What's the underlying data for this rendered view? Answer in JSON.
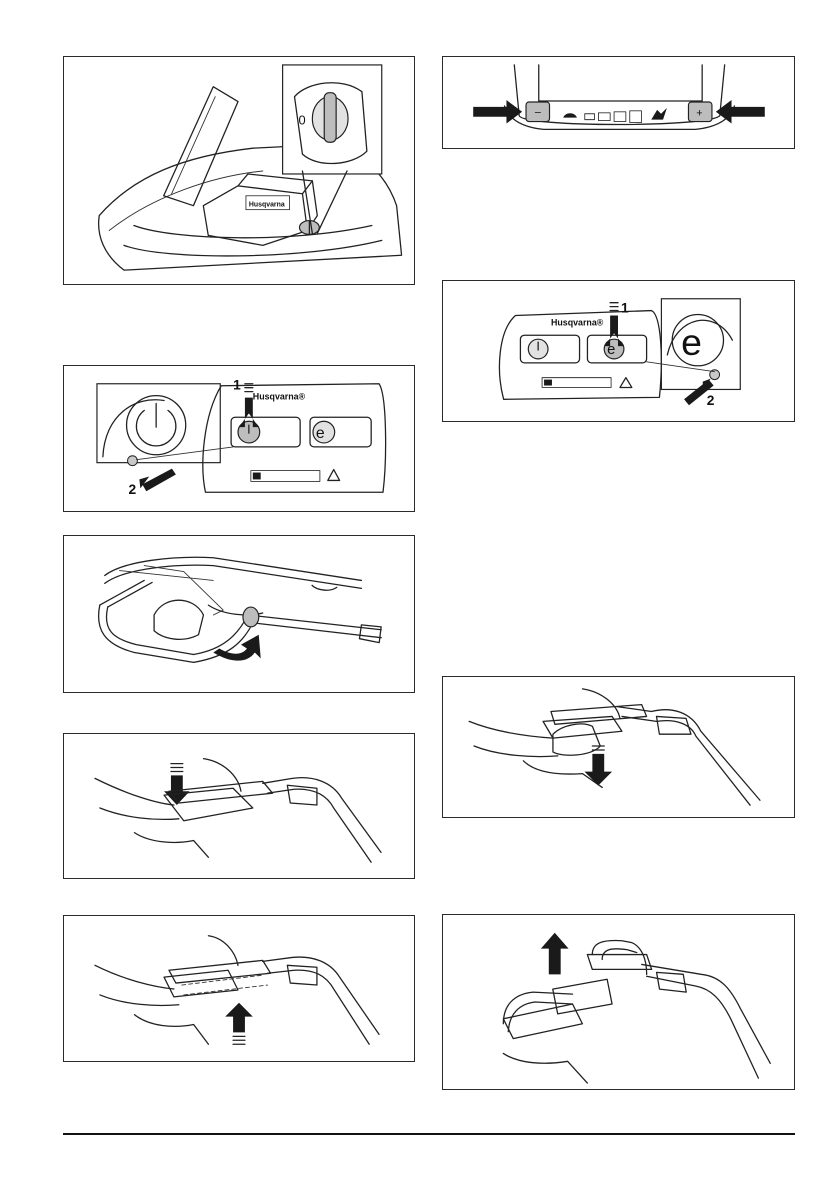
{
  "figures": [
    {
      "id": "key",
      "labels": {
        "switch_position": "0",
        "logo": "Husqvarna"
      }
    },
    {
      "id": "speed-panel",
      "labels": {
        "minus": "–",
        "plus": "+"
      }
    },
    {
      "id": "power-panel",
      "labels": {
        "step1": "1",
        "step2": "2",
        "logo": "Husqvarna®"
      }
    },
    {
      "id": "eco-panel",
      "labels": {
        "step1": "1",
        "step2": "2",
        "logo": "Husqvarna®"
      }
    },
    {
      "id": "handle-fold"
    },
    {
      "id": "handle-press-down-left"
    },
    {
      "id": "handle-press-down-right"
    },
    {
      "id": "handle-lift-left"
    },
    {
      "id": "handle-lift-right"
    }
  ]
}
